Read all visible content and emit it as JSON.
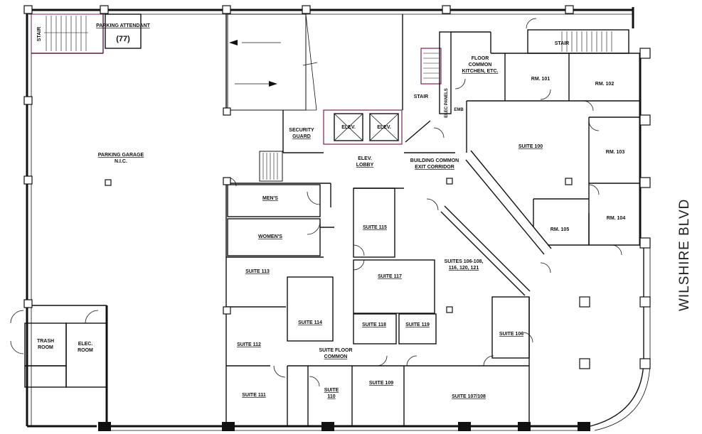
{
  "street_label": "WILSHIRE BLVD",
  "rooms": {
    "stair_nw": "STAIR",
    "parking_attendant": "PARKING ATTENDANT",
    "parking_attendant_number": "(77)",
    "parking_garage": "PARKING GARAGE",
    "parking_garage_sub": "N.I.C.",
    "trash_room_1": "TRASH",
    "trash_room_2": "ROOM",
    "elec_room_w_1": "ELEC.",
    "elec_room_w_2": "ROOM",
    "security_guard_1": "SECURITY",
    "security_guard_2": "GUARD",
    "elev_1": "ELEV.",
    "elev_2": "ELEV.",
    "elev_lobby_1": "ELEV.",
    "elev_lobby_2": "LOBBY",
    "stair_center": "STAIR",
    "elec_panels": "ELEC PANELS",
    "stair_ne": "STAIR",
    "floor_kitchen_1": "FLOOR",
    "floor_kitchen_2": "COMMON",
    "floor_kitchen_3": "KITCHEN, ETC.",
    "rm_101": "RM. 101",
    "rm_102": "RM. 102",
    "rm_103": "RM. 103",
    "rm_104": "RM. 104",
    "rm_105": "RM. 105",
    "suite_100": "SUITE 100",
    "corridor_1": "BUILDING COMMON",
    "corridor_2": "EXIT CORRIDOR",
    "mens": "MEN'S",
    "womens": "WOMEN'S",
    "suite_115": "SUITE 115",
    "suite_113": "SUITE 113",
    "suite_117": "SUITE 117",
    "suites_multi_1": "SUITES 106-108,",
    "suites_multi_2": "116, 120, 121",
    "suite_114": "SUITE 114",
    "suite_118": "SUITE 118",
    "suite_119": "SUITE 119",
    "suite_106": "SUITE 106",
    "suite_112": "SUITE 112",
    "suite_floor_common_1": "SUITE FLOOR",
    "suite_floor_common_2": "COMMON",
    "suite_111": "SUITE 111",
    "suite_110_1": "SUITE",
    "suite_110_2": "110",
    "suite_109": "SUITE 109",
    "suite_107": "SUITE 107/108",
    "misc_d": "EMB"
  },
  "colors": {
    "wall": "#111111",
    "accent_magenta": "#7a1f5c",
    "background": "#ffffff"
  }
}
